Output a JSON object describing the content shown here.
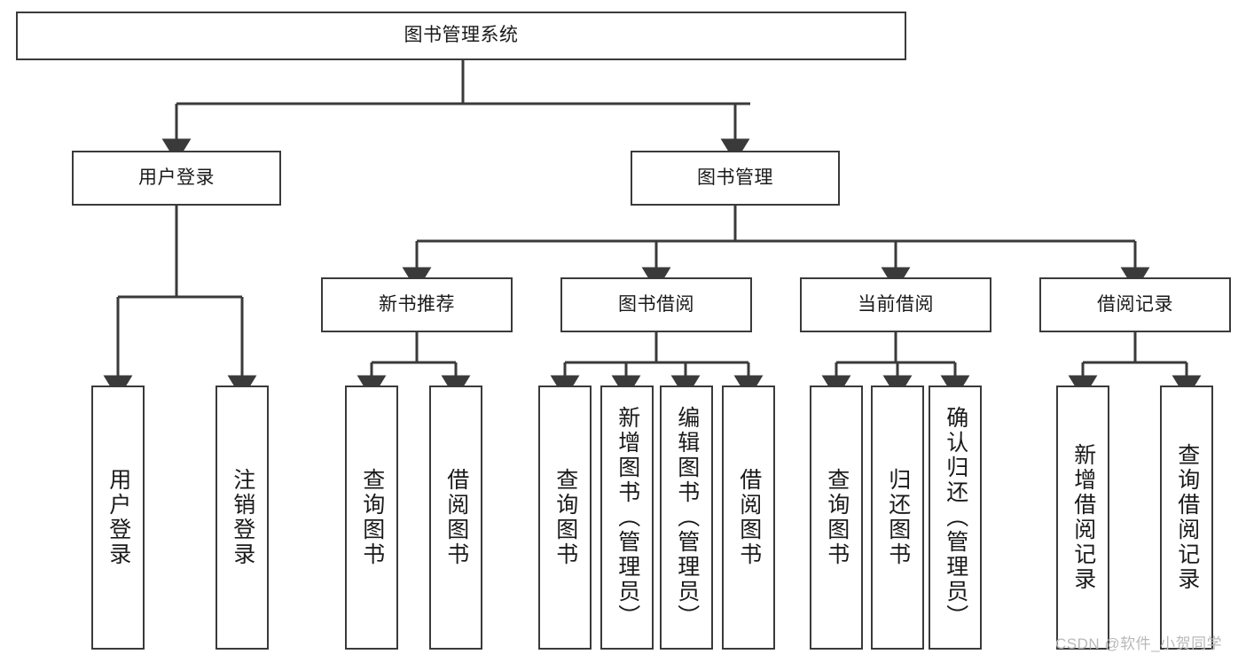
{
  "diagram": {
    "title": "图书管理系统",
    "type": "tree",
    "style": {
      "box_border_color": "#3a3a3a",
      "box_fill_color": "#ffffff",
      "edge_color": "#3a3a3a",
      "text_color": "#1a1a1a",
      "background": "#ffffff"
    },
    "nodes": {
      "root": {
        "label": "图书管理系统"
      },
      "level2": [
        {
          "id": "user-login",
          "label": "用户登录"
        },
        {
          "id": "book-manage",
          "label": "图书管理"
        }
      ],
      "level3": [
        {
          "id": "new-book-recommend",
          "label": "新书推荐"
        },
        {
          "id": "book-borrow",
          "label": "图书借阅"
        },
        {
          "id": "current-borrow",
          "label": "当前借阅"
        },
        {
          "id": "borrow-record",
          "label": "借阅记录"
        }
      ],
      "leaves": {
        "user-login": [
          {
            "id": "leaf-user-login",
            "label": "用户登录"
          },
          {
            "id": "leaf-user-logout",
            "label": "注销登录"
          }
        ],
        "new-book-recommend": [
          {
            "id": "leaf-query-book-1",
            "label": "查询图书"
          },
          {
            "id": "leaf-borrow-book-1",
            "label": "借阅图书"
          }
        ],
        "book-borrow": [
          {
            "id": "leaf-query-book-2",
            "label": "查询图书"
          },
          {
            "id": "leaf-add-book",
            "label": "新增图书（管理员）"
          },
          {
            "id": "leaf-edit-book",
            "label": "编辑图书（管理员）"
          },
          {
            "id": "leaf-borrow-book-2",
            "label": "借阅图书"
          }
        ],
        "current-borrow": [
          {
            "id": "leaf-query-book-3",
            "label": "查询图书"
          },
          {
            "id": "leaf-return-book",
            "label": "归还图书"
          },
          {
            "id": "leaf-confirm-return",
            "label": "确认归还（管理员）"
          }
        ],
        "borrow-record": [
          {
            "id": "leaf-add-record",
            "label": "新增借阅记录"
          },
          {
            "id": "leaf-query-record",
            "label": "查询借阅记录"
          }
        ]
      }
    }
  },
  "watermark": {
    "text": "CSDN @软件_小贺同学"
  }
}
